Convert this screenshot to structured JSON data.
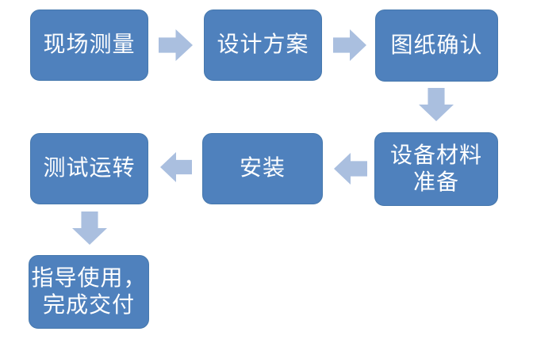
{
  "diagram": {
    "type": "flowchart",
    "language": "zh-CN",
    "background_color": "#ffffff",
    "node_fill_color": "#4f81bd",
    "node_text_color": "#ffffff",
    "arrow_fill_color": "#aabfdf"
  },
  "nodes": [
    {
      "label": "现场测量"
    },
    {
      "label": "设计方案"
    },
    {
      "label": "图纸确认"
    },
    {
      "label": "设备材料\n准备"
    },
    {
      "label": "安装"
    },
    {
      "label": "测试运转"
    },
    {
      "label": "指导使用，\n完成交付"
    }
  ],
  "flow": [
    {
      "from": "现场测量",
      "to": "设计方案",
      "direction": "right"
    },
    {
      "from": "设计方案",
      "to": "图纸确认",
      "direction": "right"
    },
    {
      "from": "图纸确认",
      "to": "设备材料准备",
      "direction": "down"
    },
    {
      "from": "设备材料准备",
      "to": "安装",
      "direction": "left"
    },
    {
      "from": "安装",
      "to": "测试运转",
      "direction": "left"
    },
    {
      "from": "测试运转",
      "to": "指导使用，完成交付",
      "direction": "down"
    }
  ]
}
